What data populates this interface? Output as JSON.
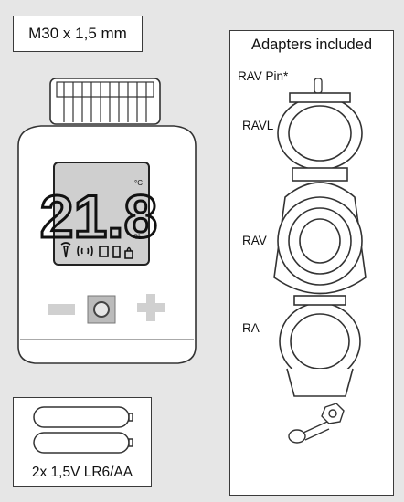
{
  "thread_spec": "M30 x 1,5 mm",
  "display": {
    "temperature": "21.8",
    "unit": "°C",
    "percent": "%"
  },
  "adapters": {
    "title": "Adapters included",
    "labels": {
      "rav_pin": "RAV Pin*",
      "ravl": "RAVL",
      "rav": "RAV",
      "ra": "RA"
    }
  },
  "batteries": {
    "label": "2x 1,5V LR6/AA"
  }
}
